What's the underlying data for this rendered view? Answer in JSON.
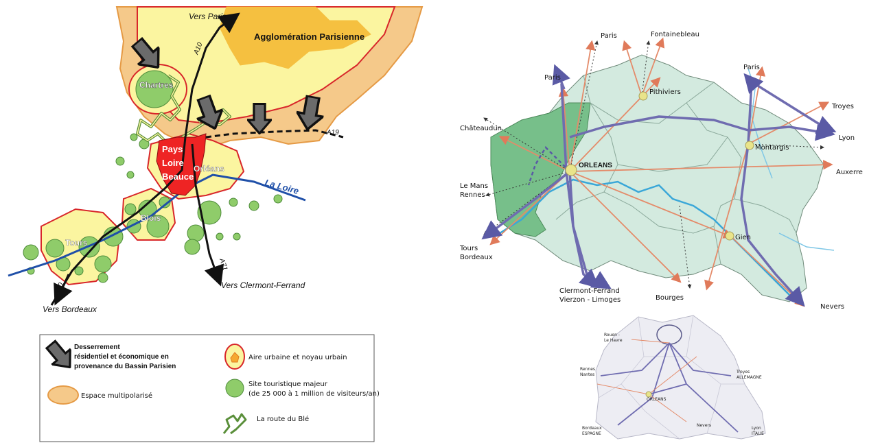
{
  "left_map": {
    "cities": {
      "chartres": "Chartres",
      "orleans": "Orléans",
      "blois": "Blois",
      "tours": "Tours"
    },
    "region": [
      "Pays",
      "Loire",
      "Beauce"
    ],
    "agglomeration": "Agglomération Parisienne",
    "river": "La Loire",
    "roads": {
      "a10_north": "A10",
      "a10_south": "A10",
      "a19": "A19",
      "a71": "A71"
    },
    "directions": {
      "paris": "Vers Paris",
      "bordeaux": "Vers Bordeaux",
      "clermont": "Vers Clermont-Ferrand"
    },
    "colors": {
      "urban_fill": "#fbf5a0",
      "urban_border": "#d8262a",
      "multipolar": "#f5c98a",
      "tourist": "#8fcc6a",
      "core": "#ee2424",
      "river": "#1f4fa8"
    }
  },
  "legend": {
    "arrow": [
      "Desserrement",
      "résidentiel et économique en",
      "provenance du Bassin Parisien"
    ],
    "urban": "Aire urbaine et noyau urbain",
    "tourist": [
      "Site touristique majeur",
      "(de 25 000 à 1 million de visiteurs/an)"
    ],
    "multipolar": "Espace multipolarisé",
    "wheat": "La route du Blé"
  },
  "right_map": {
    "destinations": {
      "paris1": "Paris",
      "fontainebleau": "Fontainebleau",
      "paris2": "Paris",
      "paris3": "Paris",
      "troyes": "Troyes",
      "chateaudun": "Châteaudun",
      "lyon": "Lyon",
      "auxerre": "Auxerre",
      "lemans": [
        "Le Mans",
        "Rennes"
      ],
      "tours": [
        "Tours",
        "Bordeaux"
      ],
      "clermont": [
        "Clermont-Ferrand",
        "Vierzon - Limoges"
      ],
      "bourges": "Bourges",
      "nevers": "Nevers"
    },
    "towns": {
      "orleans": "ORLEANS",
      "pithiviers": "Pithiviers",
      "montargis": "Montargis",
      "gien": "Gien"
    },
    "colors": {
      "fill": "#d3eadf",
      "west_fill": "#77bf8a",
      "road": "#e48b6a",
      "motorway": "#6f6cb0",
      "river": "#3aa7d8"
    }
  },
  "inset": {
    "labels": {
      "rouen": [
        "Rouen -",
        "Le Havre"
      ],
      "rennes": [
        "Rennes",
        "Nantes"
      ],
      "bordeaux": [
        "Bordeaux",
        "ESPAGNE"
      ],
      "orleans": "ORLEANS",
      "nevers": "Nevers",
      "lyon": [
        "Lyon",
        "ITALIE"
      ],
      "troyes": [
        "Troyes",
        "ALLEMAGNE"
      ]
    }
  }
}
